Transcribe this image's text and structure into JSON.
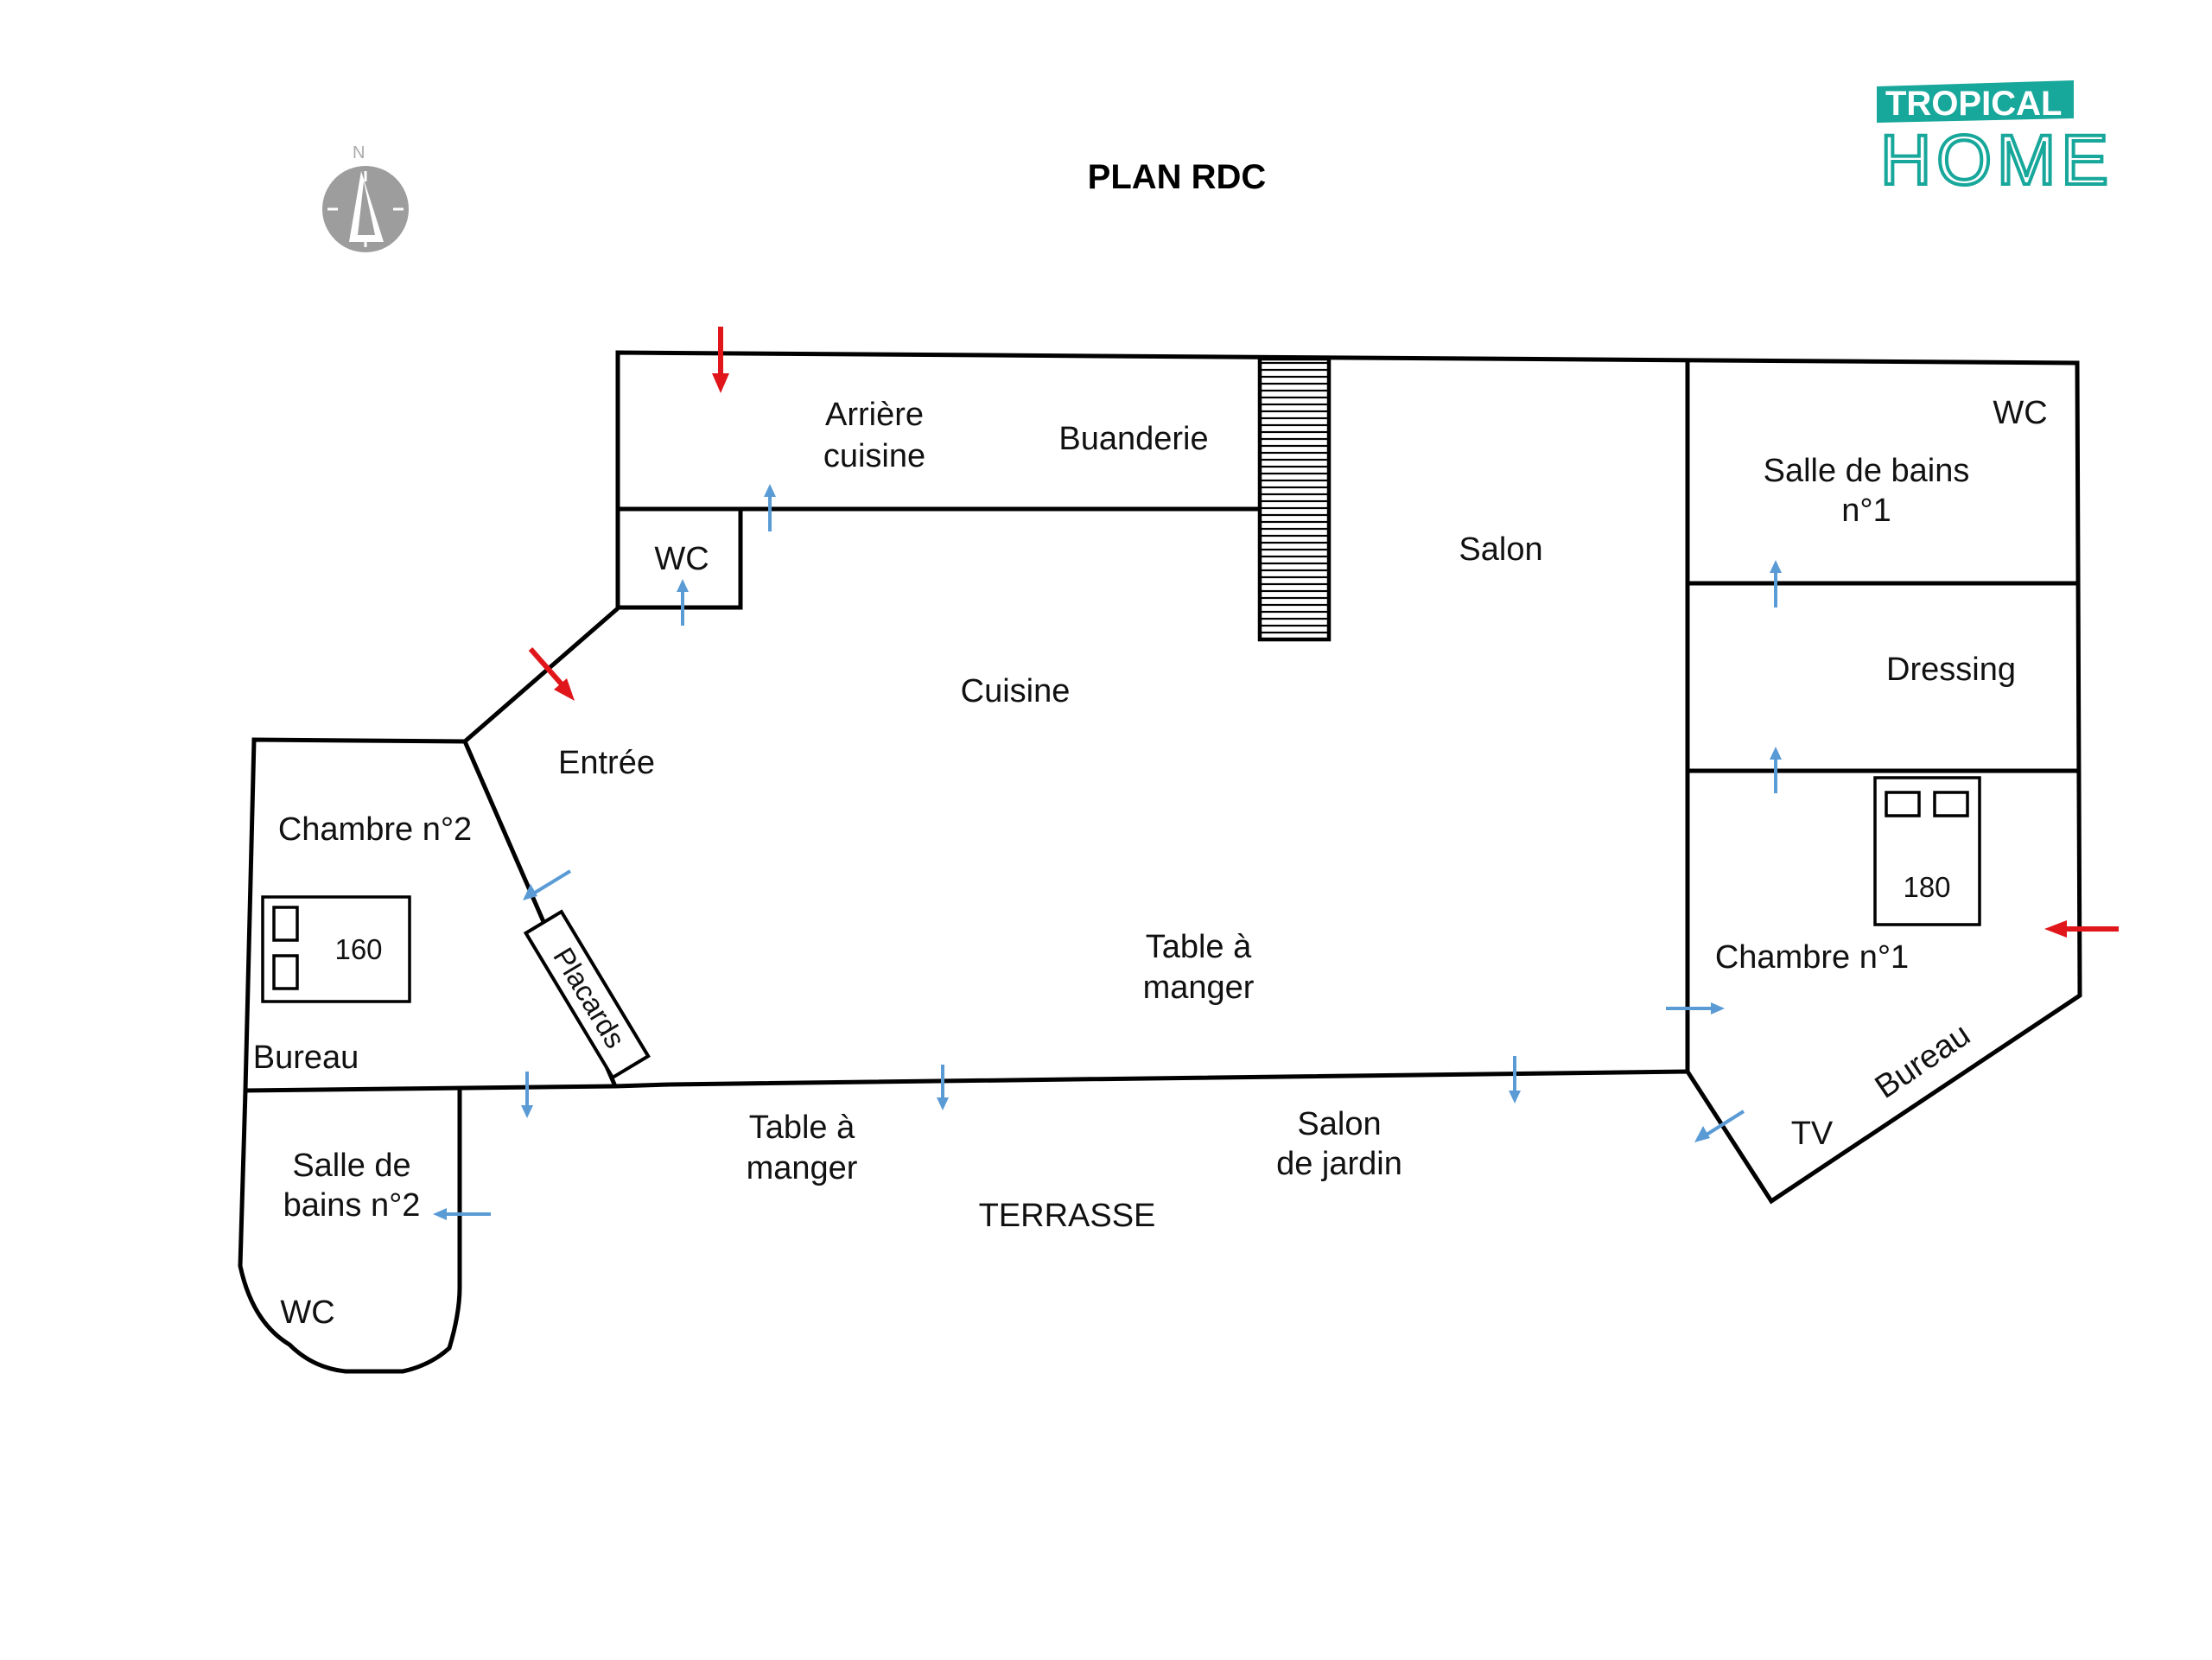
{
  "title": "PLAN RDC",
  "compass": {
    "north_label": "N",
    "icon": "compass-icon"
  },
  "logo": {
    "top": "TROPICAL",
    "bottom": "HOME",
    "color": "#18a79b"
  },
  "rooms": {
    "arriere_cuisine_1": "Arrière",
    "arriere_cuisine_2": "cuisine",
    "buanderie": "Buanderie",
    "wc_top_left": "WC",
    "cuisine": "Cuisine",
    "entree": "Entrée",
    "salon": "Salon",
    "wc_top_right": "WC",
    "sdb1_1": "Salle de bains",
    "sdb1_2": "n°1",
    "dressing": "Dressing",
    "chambre1": "Chambre n°1",
    "bed1": "180",
    "tv": "TV",
    "bureau_right": "Bureau",
    "chambre2": "Chambre n°2",
    "bed2": "160",
    "bureau_left": "Bureau",
    "placards": "Placards",
    "table_inside_1": "Table à",
    "table_inside_2": "manger",
    "sdb2_1": "Salle de",
    "sdb2_2": "bains n°2",
    "wc_bottom": "WC",
    "table_outside_1": "Table à",
    "table_outside_2": "manger",
    "terrasse": "TERRASSE",
    "salon_jardin_1": "Salon",
    "salon_jardin_2": "de jardin"
  },
  "legend_colors": {
    "entry_arrow": "#e0161b",
    "passage_arrow": "#5b9bd5"
  }
}
